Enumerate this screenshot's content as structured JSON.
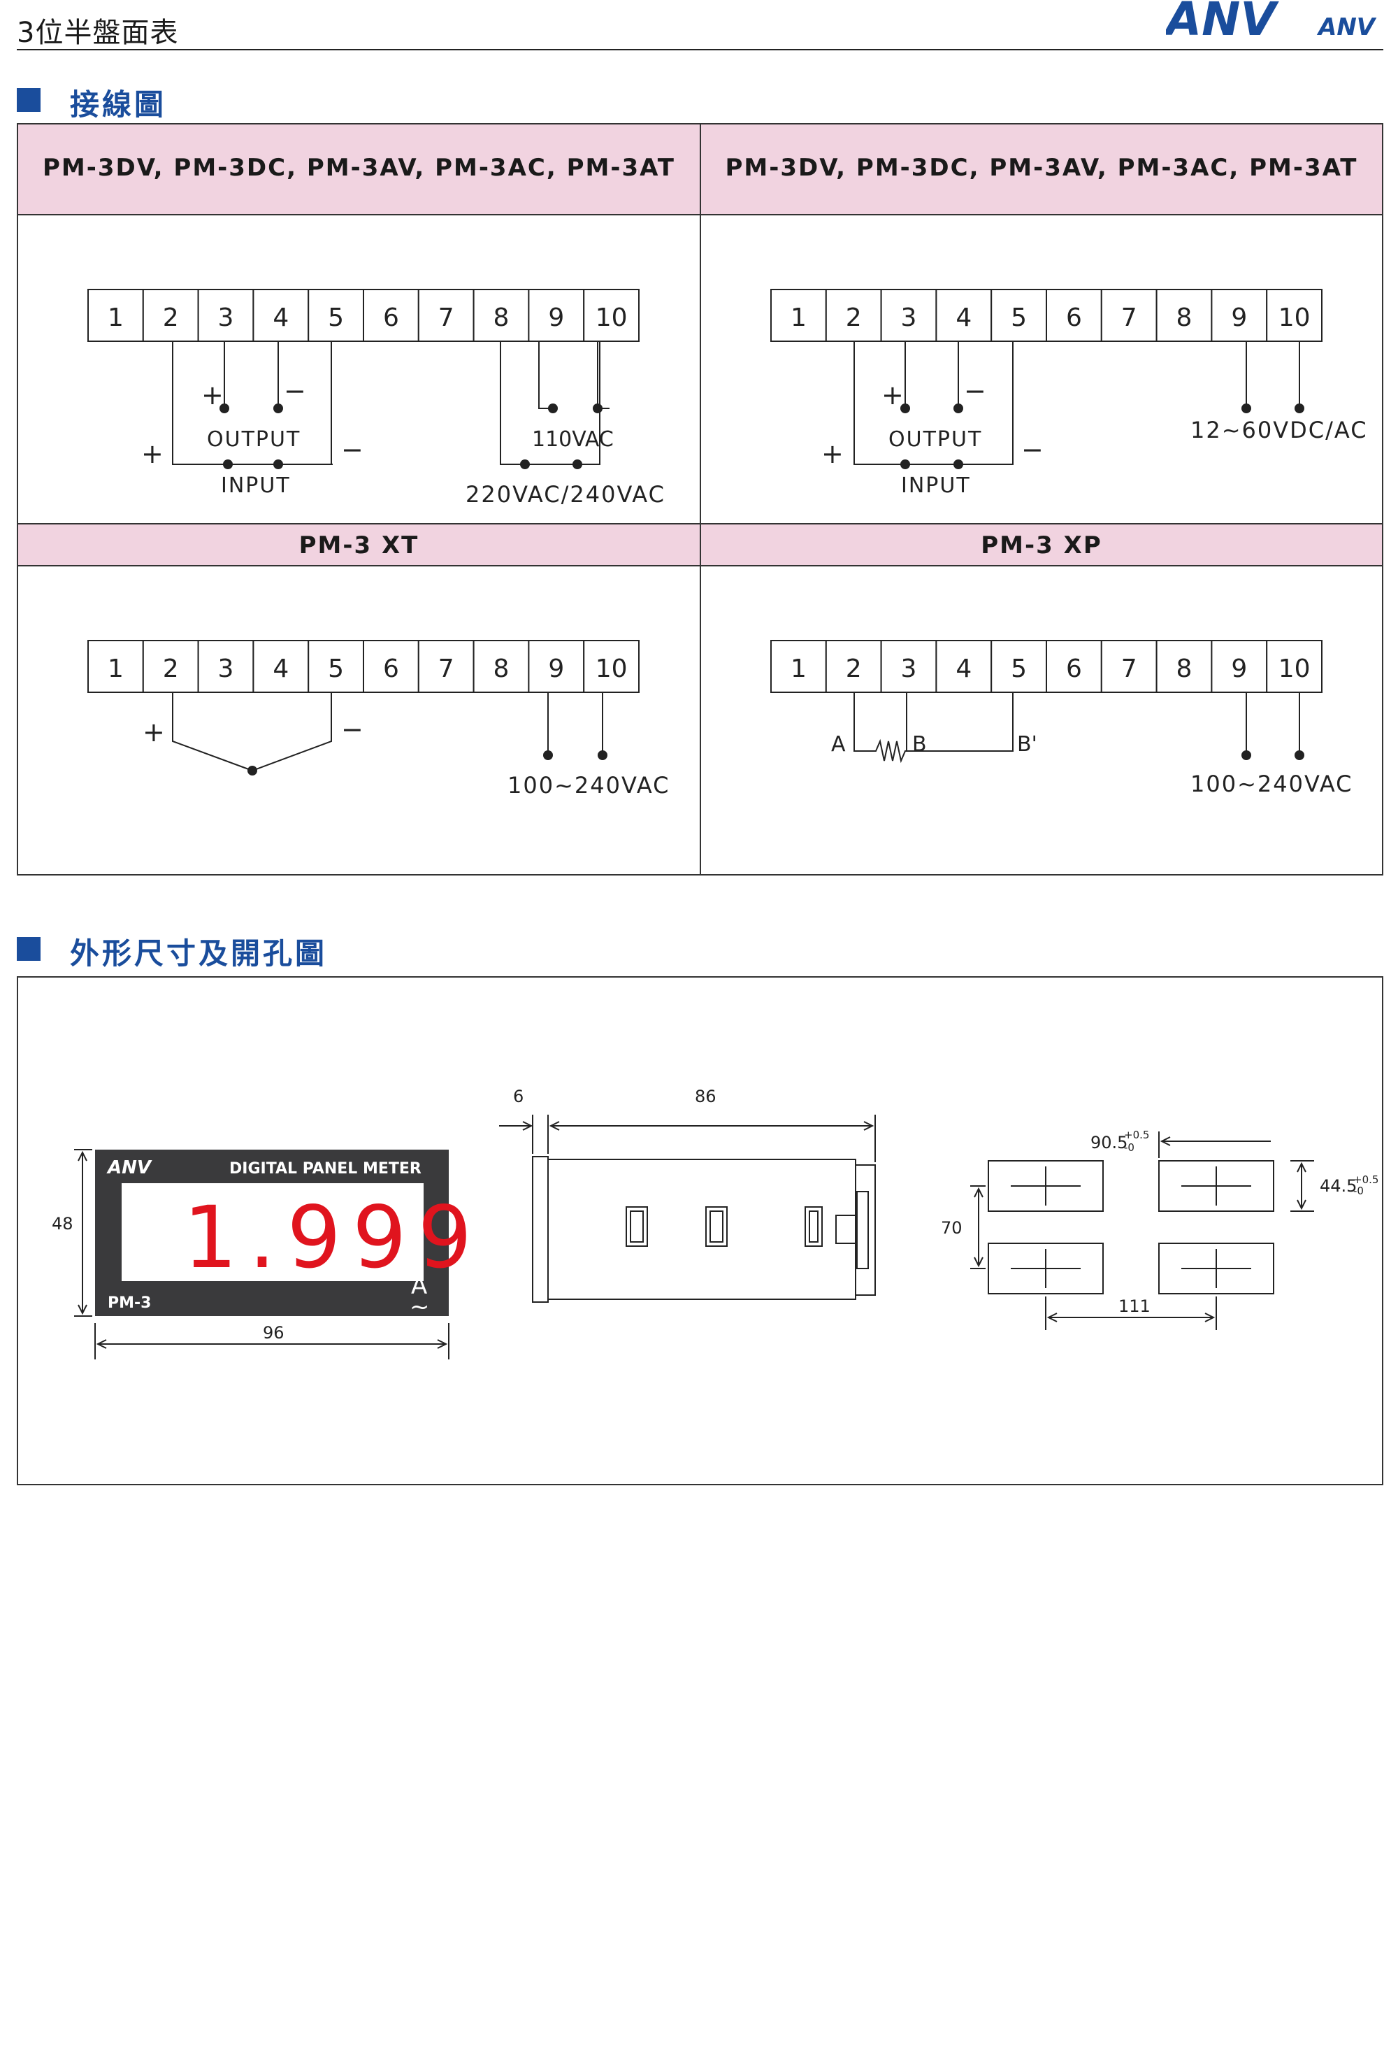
{
  "doc": {
    "title": "3位半盤面表",
    "brand": "ANV",
    "brand_small": "ANV",
    "brand_color": "#1a4d9c"
  },
  "wiring": {
    "section_title": "接線圖",
    "panels": [
      {
        "header": "PM-3DV, PM-3DC, PM-3AV, PM-3AC, PM-3AT",
        "terminals": [
          "1",
          "2",
          "3",
          "4",
          "5",
          "6",
          "7",
          "8",
          "9",
          "10"
        ],
        "labels": {
          "plus_out": "+",
          "minus_out": "−",
          "output": "OUTPUT",
          "plus_in": "+",
          "minus_in": "−",
          "input": "INPUT",
          "aux": "110VAC",
          "power": "220VAC/240VAC"
        }
      },
      {
        "header": "PM-3DV, PM-3DC, PM-3AV, PM-3AC, PM-3AT",
        "terminals": [
          "1",
          "2",
          "3",
          "4",
          "5",
          "6",
          "7",
          "8",
          "9",
          "10"
        ],
        "labels": {
          "plus_out": "+",
          "minus_out": "−",
          "output": "OUTPUT",
          "plus_in": "+",
          "minus_in": "−",
          "input": "INPUT",
          "power": "12~60VDC/AC"
        }
      },
      {
        "header": "PM-3 XT",
        "terminals": [
          "1",
          "2",
          "3",
          "4",
          "5",
          "6",
          "7",
          "8",
          "9",
          "10"
        ],
        "labels": {
          "plus_in": "+",
          "minus_in": "−",
          "power": "100~240VAC"
        }
      },
      {
        "header": "PM-3 XP",
        "terminals": [
          "1",
          "2",
          "3",
          "4",
          "5",
          "6",
          "7",
          "8",
          "9",
          "10"
        ],
        "labels": {
          "a": "A",
          "b": "B",
          "b_prime": "B'",
          "power": "100~240VAC"
        }
      }
    ]
  },
  "dimensions": {
    "section_title": "外形尺寸及開孔圖",
    "front": {
      "brand": "ANV",
      "caption": "DIGITAL PANEL METER",
      "reading": "1.999",
      "model": "PM-3",
      "unit": "A",
      "unit_symbol": "~",
      "height": "48",
      "width": "96",
      "display_color": "#e0141e"
    },
    "side": {
      "bezel": "6",
      "depth": "86"
    },
    "cutout": {
      "width_main": "90.5",
      "width_tol_plus": "+0.5",
      "width_tol_minus": "-0",
      "height_main": "44.5",
      "height_tol_plus": "+0.5",
      "height_tol_minus": "-0",
      "pitch_vertical": "70",
      "pitch_horizontal": "111"
    }
  }
}
